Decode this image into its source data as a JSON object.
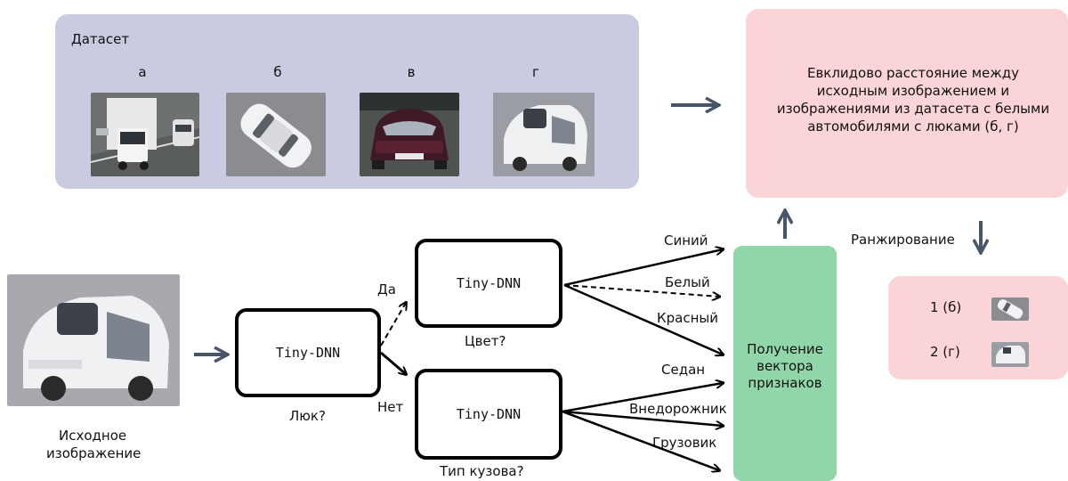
{
  "dataset": {
    "title": "Датасет",
    "items": [
      {
        "letter": "а",
        "image": "truck-photo"
      },
      {
        "letter": "б",
        "image": "white-sedan-topdown-photo"
      },
      {
        "letter": "в",
        "image": "dark-red-car-front-photo"
      },
      {
        "letter": "г",
        "image": "white-suv-sunroof-photo"
      }
    ]
  },
  "distance": {
    "lines": [
      "Евклидово расстояние между",
      "исходным изображением и",
      "изображениями из датасета с белыми",
      "автомобилями с люками (б, г)"
    ]
  },
  "source": {
    "line1": "Исходное",
    "line2": "изображение"
  },
  "dnn": {
    "model_label": "Tiny-DNN",
    "sunroof_question": "Люк?",
    "color_question": "Цвет?",
    "body_question": "Тип кузова?",
    "yes": "Да",
    "no": "Нет"
  },
  "colors_out": [
    "Синий",
    "Белый",
    "Красный"
  ],
  "body_out": [
    "Седан",
    "Внедорожник",
    "Грузовик"
  ],
  "features": {
    "line1": "Получение",
    "line2": "вектора",
    "line3": "признаков"
  },
  "ranking": {
    "label": "Ранжирование",
    "items": [
      {
        "rank": "1 (б)"
      },
      {
        "rank": "2 (г)"
      }
    ]
  },
  "colors": {
    "dataset_panel": "#c9cbe0",
    "distance_panel": "#fad4d6",
    "features_panel": "#90d6a8",
    "accent_arrow": "#475569"
  }
}
